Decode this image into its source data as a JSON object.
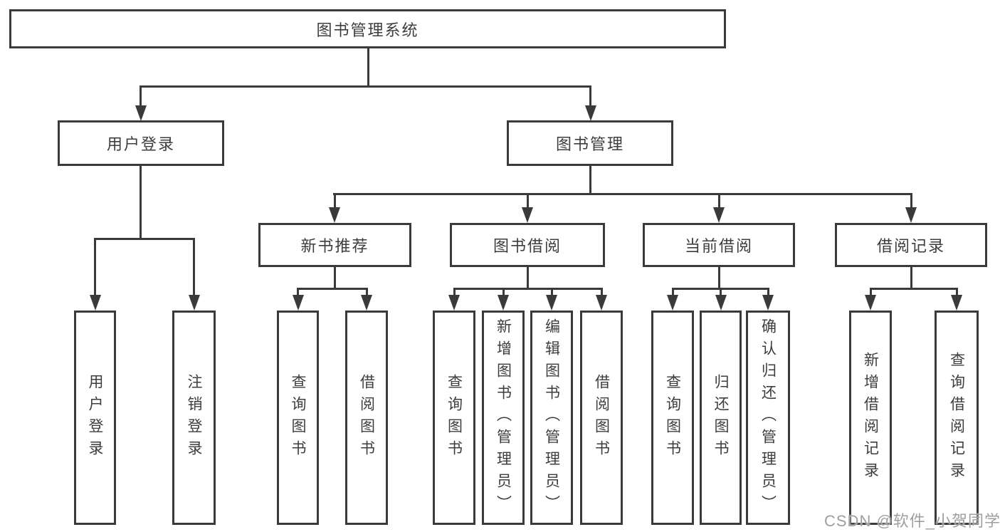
{
  "diagram": {
    "colors": {
      "line": "#3a3a3a",
      "text": "#3d3d3d",
      "background": "#ffffff",
      "watermark_gray": "#9f9f9f"
    },
    "nodes": {
      "root": {
        "label": "图书管理系统"
      },
      "user_login": {
        "label": "用户登录"
      },
      "book_mgmt": {
        "label": "图书管理"
      },
      "new_rec": {
        "label": "新书推荐"
      },
      "book_borrow": {
        "label": "图书借阅"
      },
      "current_borrow": {
        "label": "当前借阅"
      },
      "borrow_records": {
        "label": "借阅记录"
      },
      "leaf_user_login": {
        "label": "用户登录"
      },
      "leaf_logout": {
        "label": "注销登录"
      },
      "leaf_query_book_rec": {
        "label": "查询图书"
      },
      "leaf_borrow_book_rec": {
        "label": "借阅图书"
      },
      "leaf_query_book_borrow": {
        "label": "查询图书"
      },
      "leaf_add_book": {
        "label": "新增图书（管理员）"
      },
      "leaf_edit_book": {
        "label": "编辑图书（管理员）"
      },
      "leaf_borrow_book_borrow": {
        "label": "借阅图书"
      },
      "leaf_query_book_current": {
        "label": "查询图书"
      },
      "leaf_return_book": {
        "label": "归还图书"
      },
      "leaf_confirm_return": {
        "label": "确认归还（管理员）"
      },
      "leaf_add_record": {
        "label": "新增借阅记录"
      },
      "leaf_query_record": {
        "label": "查询借阅记录"
      }
    },
    "watermark": "CSDN @软件_小贺同学"
  }
}
